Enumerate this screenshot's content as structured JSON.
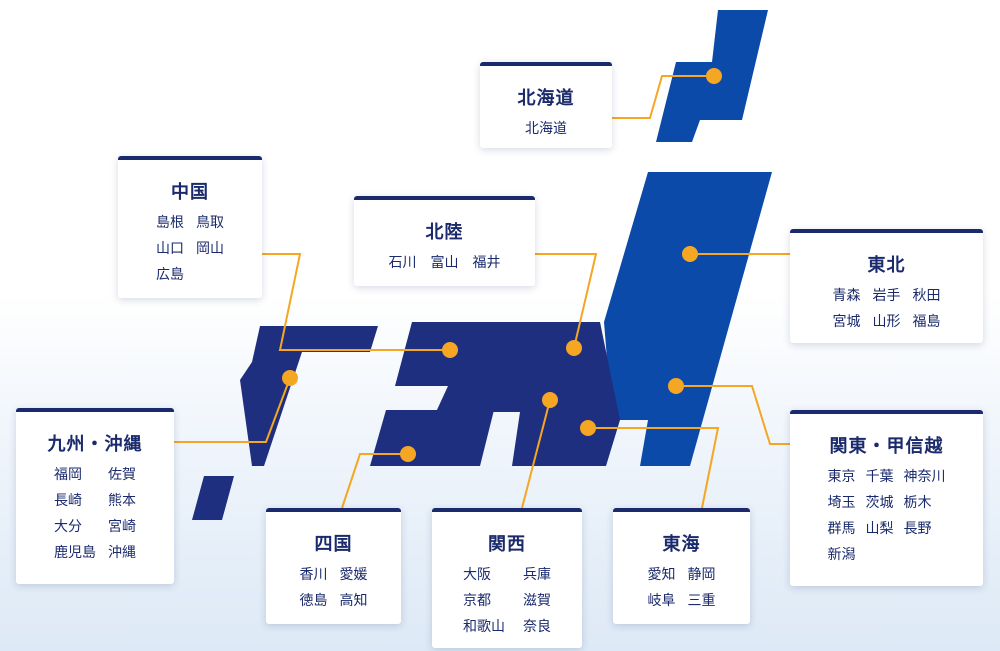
{
  "regions": {
    "hokkaido": {
      "name": "北海道",
      "prefectures": [
        "北海道"
      ]
    },
    "tohoku": {
      "name": "東北",
      "prefectures": [
        "青森",
        "岩手",
        "秋田",
        "宮城",
        "山形",
        "福島"
      ]
    },
    "kanto": {
      "name": "関東・甲信越",
      "prefectures": [
        "東京",
        "千葉",
        "神奈川",
        "埼玉",
        "茨城",
        "栃木",
        "群馬",
        "山梨",
        "長野",
        "新潟"
      ]
    },
    "hokuriku": {
      "name": "北陸",
      "prefectures": [
        "石川",
        "富山",
        "福井"
      ]
    },
    "chugoku": {
      "name": "中国",
      "prefectures": [
        "島根",
        "鳥取",
        "山口",
        "岡山",
        "広島"
      ]
    },
    "kyushu": {
      "name": "九州・沖縄",
      "prefectures": [
        "福岡",
        "佐賀",
        "長崎",
        "熊本",
        "大分",
        "宮崎",
        "鹿児島",
        "沖縄"
      ]
    },
    "shikoku": {
      "name": "四国",
      "prefectures": [
        "香川",
        "愛媛",
        "徳島",
        "高知"
      ]
    },
    "kansai": {
      "name": "関西",
      "prefectures": [
        "大阪",
        "兵庫",
        "京都",
        "滋賀",
        "和歌山",
        "奈良"
      ]
    },
    "tokai": {
      "name": "東海",
      "prefectures": [
        "愛知",
        "静岡",
        "岐阜",
        "三重"
      ]
    }
  },
  "colors": {
    "land_dark": "#1a2a6c",
    "land_blue": "#0b4aa8",
    "connector": "#f5a623"
  }
}
